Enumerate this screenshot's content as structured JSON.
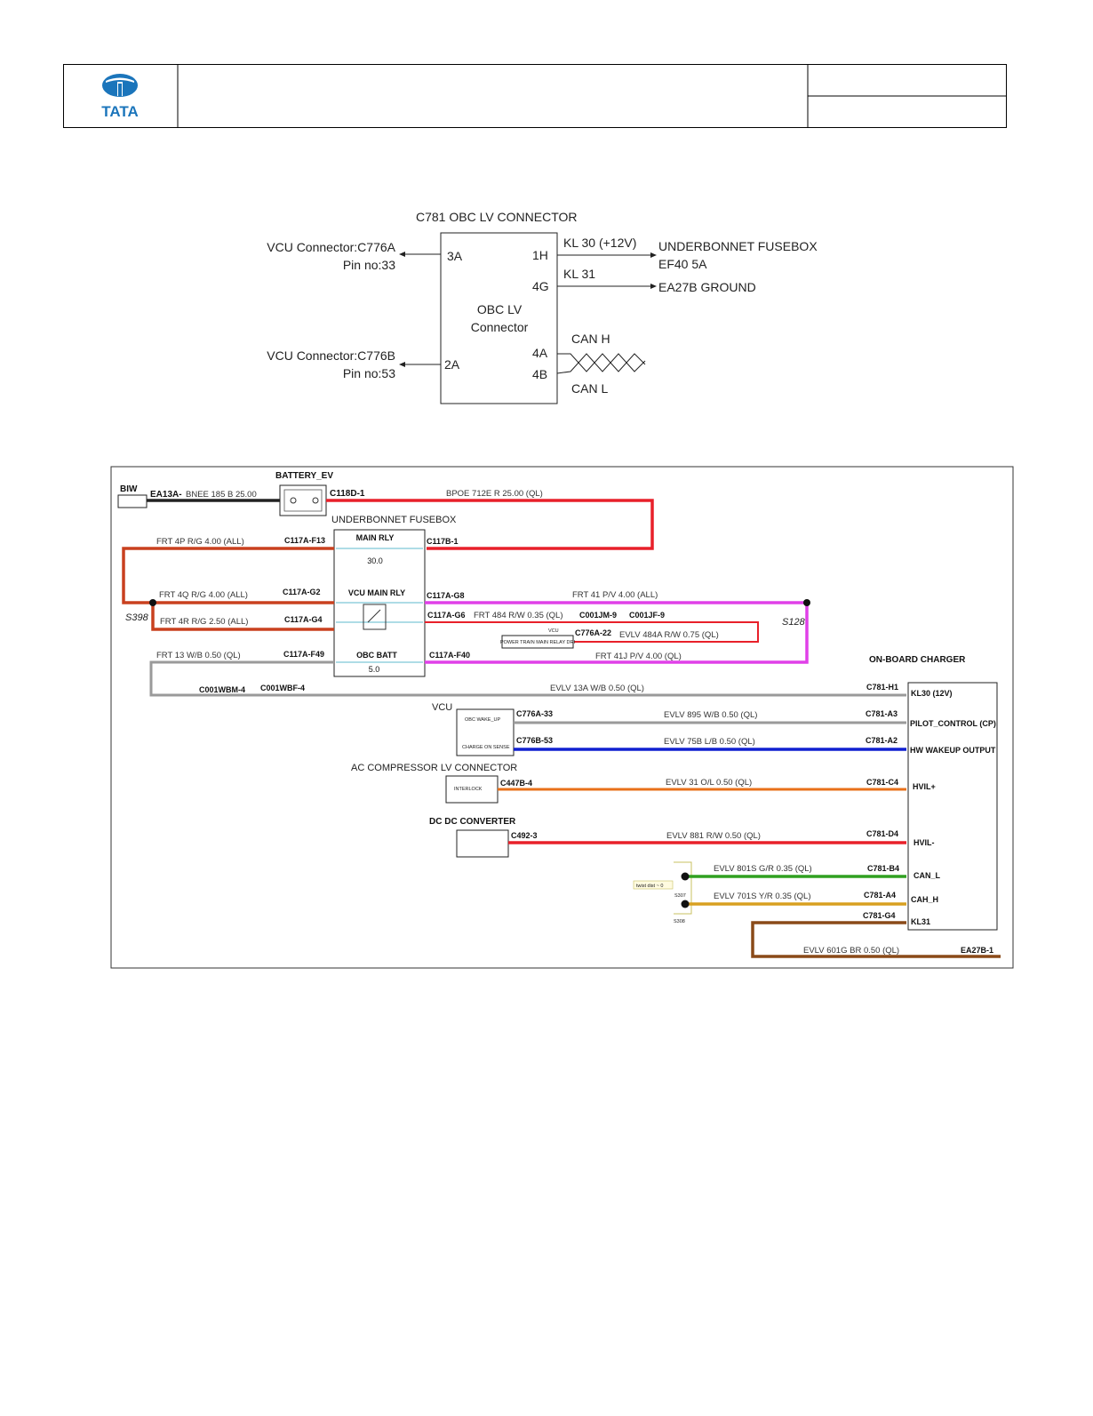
{
  "header": {
    "logo_text": "TATA",
    "brand_color": "#1b75bb"
  },
  "connector_diagram": {
    "title": "C781 OBC LV CONNECTOR",
    "box_label_1": "OBC LV",
    "box_label_2": "Connector",
    "pin_3a": "3A",
    "pin_2a": "2A",
    "pin_1h": "1H",
    "pin_4g": "4G",
    "pin_4a": "4A",
    "pin_4b": "4B",
    "vcu_a_line1": "VCU Connector:C776A",
    "vcu_a_line2": "Pin no:33",
    "vcu_b_line1": "VCU Connector:C776B",
    "vcu_b_line2": "Pin no:53",
    "kl30_label": "KL 30 (+12V)",
    "kl31_label": "KL 31",
    "fusebox_line1": "UNDERBONNET FUSEBOX",
    "fusebox_line2": "EF40 5A",
    "ground_label": "EA27B GROUND",
    "can_h": "CAN H",
    "can_l": "CAN L"
  },
  "schematic": {
    "biw": "BIW",
    "ea13a": "EA13A-",
    "bnee_wire": "BNEE   185   B   25.00",
    "battery_ev": "BATTERY_EV",
    "c118d": "C118D-1",
    "bpoe_wire": "BPOE   712E   R   25.00   (QL)",
    "underbonnet_fusebox": "UNDERBONNET FUSEBOX",
    "main_rly": "MAIN RLY",
    "main_rly_val": "30.0",
    "vcu_main_rly": "VCU MAIN RLY",
    "obc_batt": "OBC BATT",
    "obc_batt_val": "5.0",
    "c117b1": "C117B-1",
    "frt4p_wire": "FRT   4P   R/G   4.00   (ALL)",
    "c117a_f13": "C117A-F13",
    "frt4q_wire": "FRT   4Q   R/G   4.00   (ALL)",
    "c117a_g2": "C117A-G2",
    "s398": "S398",
    "frt4r_wire": "FRT   4R   R/G   2.50   (ALL)",
    "c117a_g4": "C117A-G4",
    "frt13_wire": "FRT   13   W/B   0.50   (QL)",
    "c117a_f49": "C117A-F49",
    "c117a_g8": "C117A-G8",
    "frt41_wire": "FRT   41   P/V   4.00   (ALL)",
    "c117a_g6": "C117A-G6",
    "frt484_wire": "FRT   484   R/W   0.35   (QL)",
    "c001jm9": "C001JM-9",
    "c001jf9": "C001JF-9",
    "s128": "S128",
    "vcu_small": "VCU",
    "power_train_relay": "POWER TRAIN MAIN RELAY DRI",
    "c776a22": "C776A-22",
    "evlv484a_wire": "EVLV   484A   R/W   0.75   (QL)",
    "c117a_f40": "C117A-F40",
    "frt41j_wire": "FRT   41J   P/V   4.00   (QL)",
    "on_board_charger": "ON-BOARD CHARGER",
    "c001wbm4": "C001WBM-4",
    "c001wbf4": "C001WBF-4",
    "evlv13a_wire": "EVLV   13A   W/B   0.50   (QL)",
    "c781_h1": "C781-H1",
    "kl30_pin": "KL30 (12V)",
    "vcu_label": "VCU",
    "obc_wake_up": "OBC WAKE_UP",
    "charge_on_sense": "CHARGE ON SENSE",
    "c776a33": "C776A-33",
    "evlv895_wire": "EVLV   895   W/B   0.50   (QL)",
    "c781_a3": "C781-A3",
    "pilot_control": "PILOT_CONTROL (CP)",
    "c776b53": "C776B-53",
    "evlv75b_wire": "EVLV   75B   L/B   0.50   (QL)",
    "c781_a2": "C781-A2",
    "hw_wakeup": "HW WAKEUP OUTPUT",
    "ac_compressor": "AC COMPRESSOR LV CONNECTOR",
    "interlock": "INTERLOCK",
    "c447b4": "C447B-4",
    "evlv31_wire": "EVLV   31   O/L   0.50   (QL)",
    "c781_c4": "C781-C4",
    "hvil_plus": "HVIL+",
    "dc_dc": "DC DC CONVERTER",
    "c492_3": "C492-3",
    "evlv881_wire": "EVLV   881   R/W   0.50   (QL)",
    "c781_d4": "C781-D4",
    "hvil_minus": "HVIL-",
    "evlv801s_wire": "EVLV   801S   G/R   0.35   (QL)",
    "c781_b4": "C781-B4",
    "can_l_pin": "CAN_L",
    "twisted_note": "twist dist ~ 0",
    "s307": "S307",
    "evlv701s_wire": "EVLV   701S   Y/R   0.35   (QL)",
    "c781_a4": "C781-A4",
    "cah_h_pin": "CAH_H",
    "s308": "S308",
    "c781_g4": "C781-G4",
    "kl31_pin": "KL31",
    "evlv601g_wire": "EVLV   601G   BR   0.50   (QL)",
    "ea27b1": "EA27B-1"
  }
}
